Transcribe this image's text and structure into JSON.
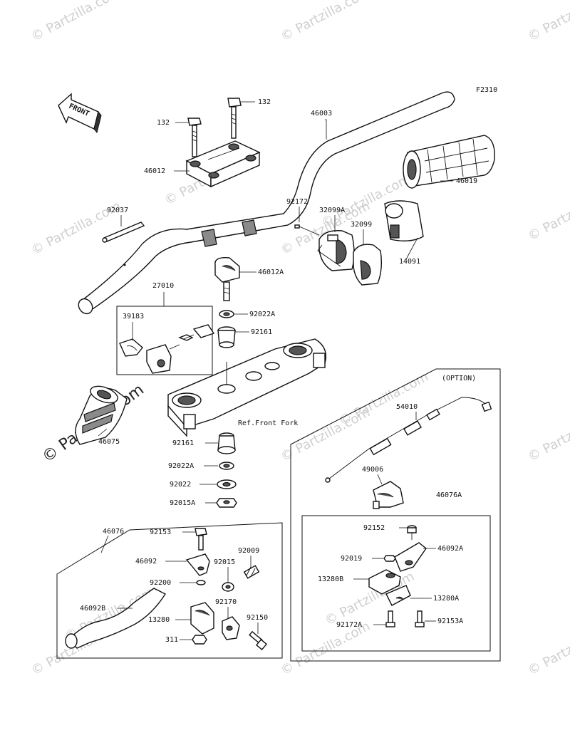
{
  "figure_code": "F2310",
  "watermark": {
    "small_text": "© Partzilla.com",
    "large_text": "© Partzilla.com"
  },
  "front_arrow_label": "FRONT",
  "option_label": "(OPTION)",
  "reference_label": "Ref.Front Fork",
  "parts": {
    "p132a": "132",
    "p132b": "132",
    "p46003": "46003",
    "p46012": "46012",
    "p46019": "46019",
    "p92037": "92037",
    "p92172": "92172",
    "p32099A": "32099A",
    "p32099": "32099",
    "p14091": "14091",
    "p46012A": "46012A",
    "p27010": "27010",
    "p39183": "39183",
    "p92022A_top": "92022A",
    "p92161_top": "92161",
    "p46075": "46075",
    "p92161_bot": "92161",
    "p92022A_bot": "92022A",
    "p92022": "92022",
    "p92015A": "92015A",
    "p54010": "54010",
    "p49006": "49006",
    "p46076A": "46076A",
    "p92152": "92152",
    "p46092A": "46092A",
    "p92019": "92019",
    "p13280B": "13280B",
    "p13280A": "13280A",
    "p92172A": "92172A",
    "p92153A": "92153A",
    "p46076": "46076",
    "p92153": "92153",
    "p46092": "46092",
    "p92009": "92009",
    "p92015": "92015",
    "p92200": "92200",
    "p92170": "92170",
    "p46092B": "46092B",
    "p13280": "13280",
    "p92150": "92150",
    "p311": "311"
  }
}
